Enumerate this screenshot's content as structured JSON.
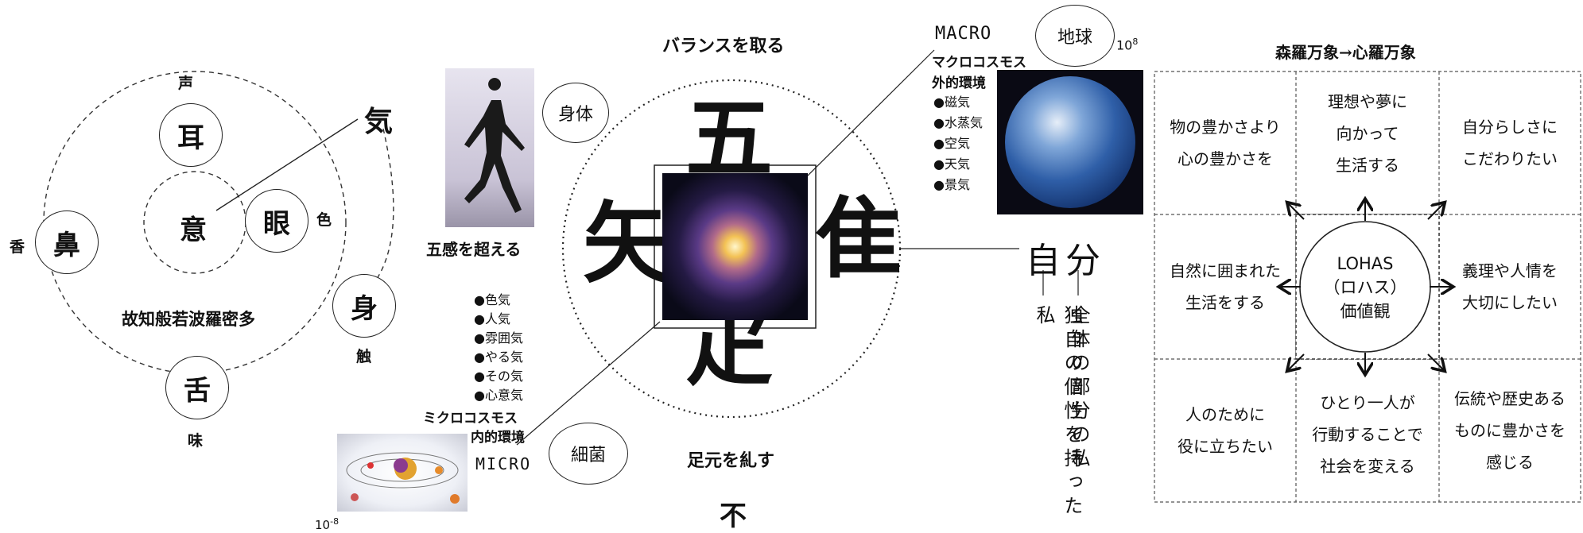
{
  "left": {
    "center_label": "意",
    "senses": {
      "ear": "耳",
      "eye": "眼",
      "nose": "鼻",
      "body": "身",
      "tongue": "舌"
    },
    "objects": {
      "voice": "声",
      "color": "色",
      "scent": "香",
      "touch": "触",
      "taste": "味"
    },
    "ki": "気",
    "sutra": "故知般若波羅密多"
  },
  "middle": {
    "top_caption": "バランスを取る",
    "bottom_caption": "足元を糺す",
    "bottom_char": "不",
    "photo_caption": "五感を超える",
    "bubble_body": "身体",
    "bubble_bacteria": "細菌",
    "bubble_earth": "地球",
    "inner_list": [
      "●色気",
      "●人気",
      "●雰囲気",
      "●やる気",
      "●その気",
      "●心意気"
    ],
    "micro_jp": "ミクロコスモス",
    "micro_env": "内的環境",
    "micro_en": "MICRO",
    "micro_scale": "10",
    "micro_exp": "-8",
    "macro_en": "MACRO",
    "macro_jp": "マクロコスモス",
    "macro_env": "外的環境",
    "outer_list": [
      "●磁気",
      "●水蒸気",
      "●空気",
      "●天気",
      "●景気"
    ],
    "macro_scale": "10",
    "macro_exp": "8",
    "big_chars": {
      "top": "五",
      "left": "矢",
      "right": "隹",
      "bottom": "疋"
    }
  },
  "self": {
    "title": "自分",
    "line_right": "全体の部分の私",
    "line_left": "独自の個性を持った私"
  },
  "grid": {
    "title": "森羅万象→心羅万象",
    "center": [
      "LOHAS",
      "（ロハス）",
      "価値観"
    ],
    "cells": {
      "top_left": [
        "物の豊かさより",
        "心の豊かさを"
      ],
      "top_center": [
        "理想や夢に",
        "向かって",
        "生活する"
      ],
      "top_right": [
        "自分らしさに",
        "こだわりたい"
      ],
      "mid_left": [
        "自然に囲まれた",
        "生活をする"
      ],
      "mid_right": [
        "義理や人情を",
        "大切にしたい"
      ],
      "bot_left": [
        "人のために",
        "役に立ちたい"
      ],
      "bot_center": [
        "ひとり一人が",
        "行動することで",
        "社会を変える"
      ],
      "bot_right": [
        "伝統や歴史ある",
        "ものに豊かさを",
        "感じる"
      ]
    }
  }
}
